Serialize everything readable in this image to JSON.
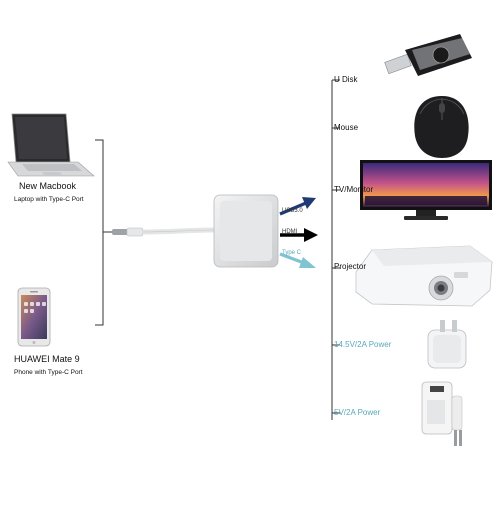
{
  "inputs": [
    {
      "name": "New Macbook",
      "subtitle": "Laptop with Type-C Port",
      "icon": "laptop-icon"
    },
    {
      "name": "HUAWEI Mate 9",
      "subtitle": "Phone with Type-C Port",
      "icon": "smartphone-icon"
    }
  ],
  "adapter": {
    "ports": [
      {
        "label": "USB3.0",
        "color": "#111111"
      },
      {
        "label": "HDMI",
        "color": "#111111"
      },
      {
        "label": "Type C",
        "color": "#5aa7b8"
      }
    ]
  },
  "outputs": [
    {
      "label": "U Disk",
      "icon": "usb-flash-drive-icon",
      "color": "#111111"
    },
    {
      "label": "Mouse",
      "icon": "mouse-icon",
      "color": "#111111"
    },
    {
      "label": "TV/Monitor",
      "icon": "monitor-icon",
      "color": "#111111"
    },
    {
      "label": "Projector",
      "icon": "projector-icon",
      "color": "#111111"
    },
    {
      "label": "14.5V/2A Power",
      "icon": "power-adapter-icon",
      "color": "#5aa7b8"
    },
    {
      "label": "5V/2A Power",
      "icon": "usb-charger-icon",
      "color": "#5aa7b8"
    }
  ],
  "colors": {
    "line": "#333333",
    "usb_arrow": "#1f3b73",
    "hdmi_arrow": "#000000",
    "typec_arrow": "#7fc4d2",
    "accent_text": "#5aa7b8"
  }
}
